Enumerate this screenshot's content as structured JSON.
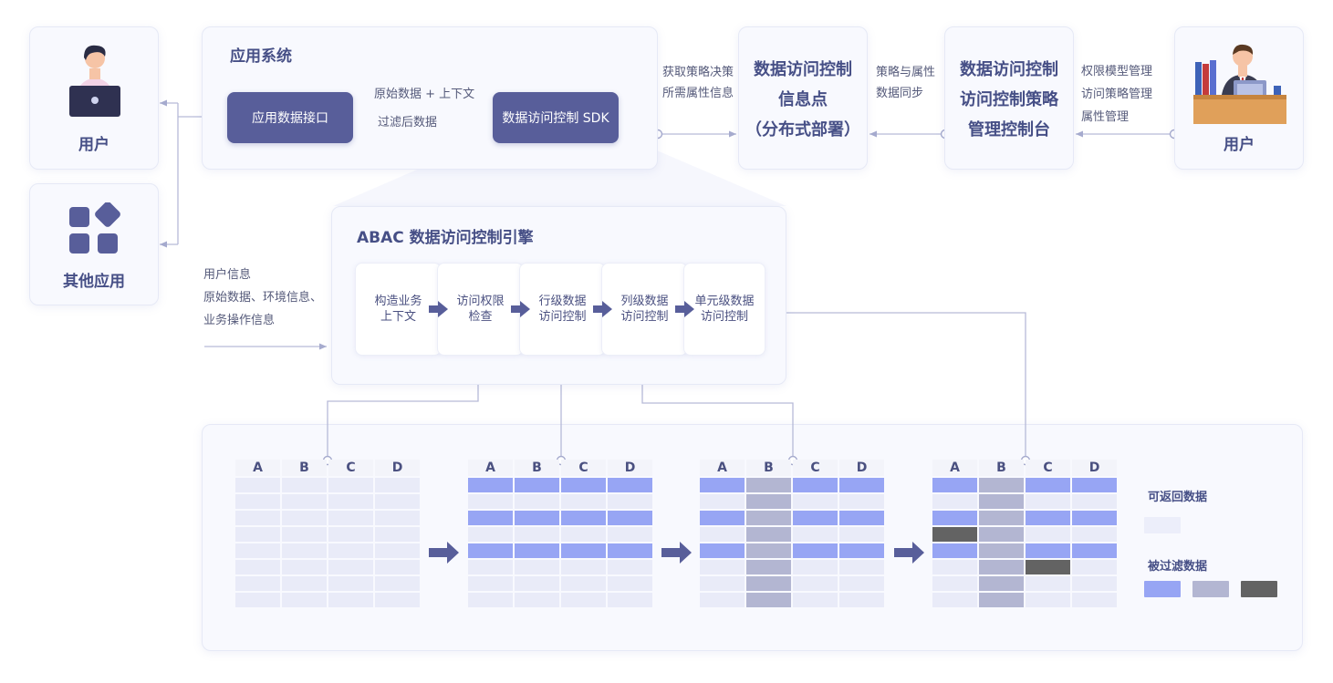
{
  "user_left": {
    "label": "用户"
  },
  "other_apps": {
    "label": "其他应用"
  },
  "app_system": {
    "title": "应用系统",
    "interface_btn": "应用数据接口",
    "sdk_btn": "数据访问控制 SDK",
    "to_sdk_label": "原始数据 + 上下文",
    "from_sdk_label": "过滤后数据"
  },
  "fetch_label": {
    "line1": "获取策略决策",
    "line2": "所需属性信息"
  },
  "info_point": {
    "line1": "数据访问控制",
    "line2": "信息点",
    "line3": "（分布式部署）"
  },
  "sync_label": {
    "line1": "策略与属性",
    "line2": "数据同步"
  },
  "console": {
    "line1": "数据访问控制",
    "line2": "访问控制策略",
    "line3": "管理控制台"
  },
  "admin_label": {
    "line1": "权限模型管理",
    "line2": "访问策略管理",
    "line3": "属性管理"
  },
  "user_right": {
    "label": "用户"
  },
  "engine": {
    "title": "ABAC 数据访问控制引擎",
    "steps": [
      {
        "line1": "构造业务",
        "line2": "上下文"
      },
      {
        "line1": "访问权限",
        "line2": "检查"
      },
      {
        "line1": "行级数据",
        "line2": "访问控制"
      },
      {
        "line1": "列级数据",
        "line2": "访问控制"
      },
      {
        "line1": "单元级数据",
        "line2": "访问控制"
      }
    ]
  },
  "input_label": {
    "line1": "用户信息",
    "line2": "原始数据、环境信息、",
    "line3": "业务操作信息"
  },
  "tables": {
    "columns": [
      "A",
      "B",
      "C",
      "D"
    ],
    "rows": 8,
    "states": [
      [
        "0000",
        "0000",
        "0000",
        "0000",
        "0000",
        "0000",
        "0000",
        "0000"
      ],
      [
        "1111",
        "0000",
        "1111",
        "0000",
        "1111",
        "0000",
        "0000",
        "0000"
      ],
      [
        "1211",
        "0200",
        "1211",
        "0200",
        "1211",
        "0200",
        "0200",
        "0200"
      ],
      [
        "1211",
        "0200",
        "1211",
        "3200",
        "1211",
        "0230",
        "0200",
        "0200"
      ]
    ]
  },
  "legend": {
    "returnable": "可返回数据",
    "filtered": "被过滤数据",
    "colors": {
      "base": "#e9ebf8",
      "blue": "#97a5f4",
      "gray": "#b3b6d2",
      "dark": "#636363",
      "accent": "#585e9a"
    }
  }
}
